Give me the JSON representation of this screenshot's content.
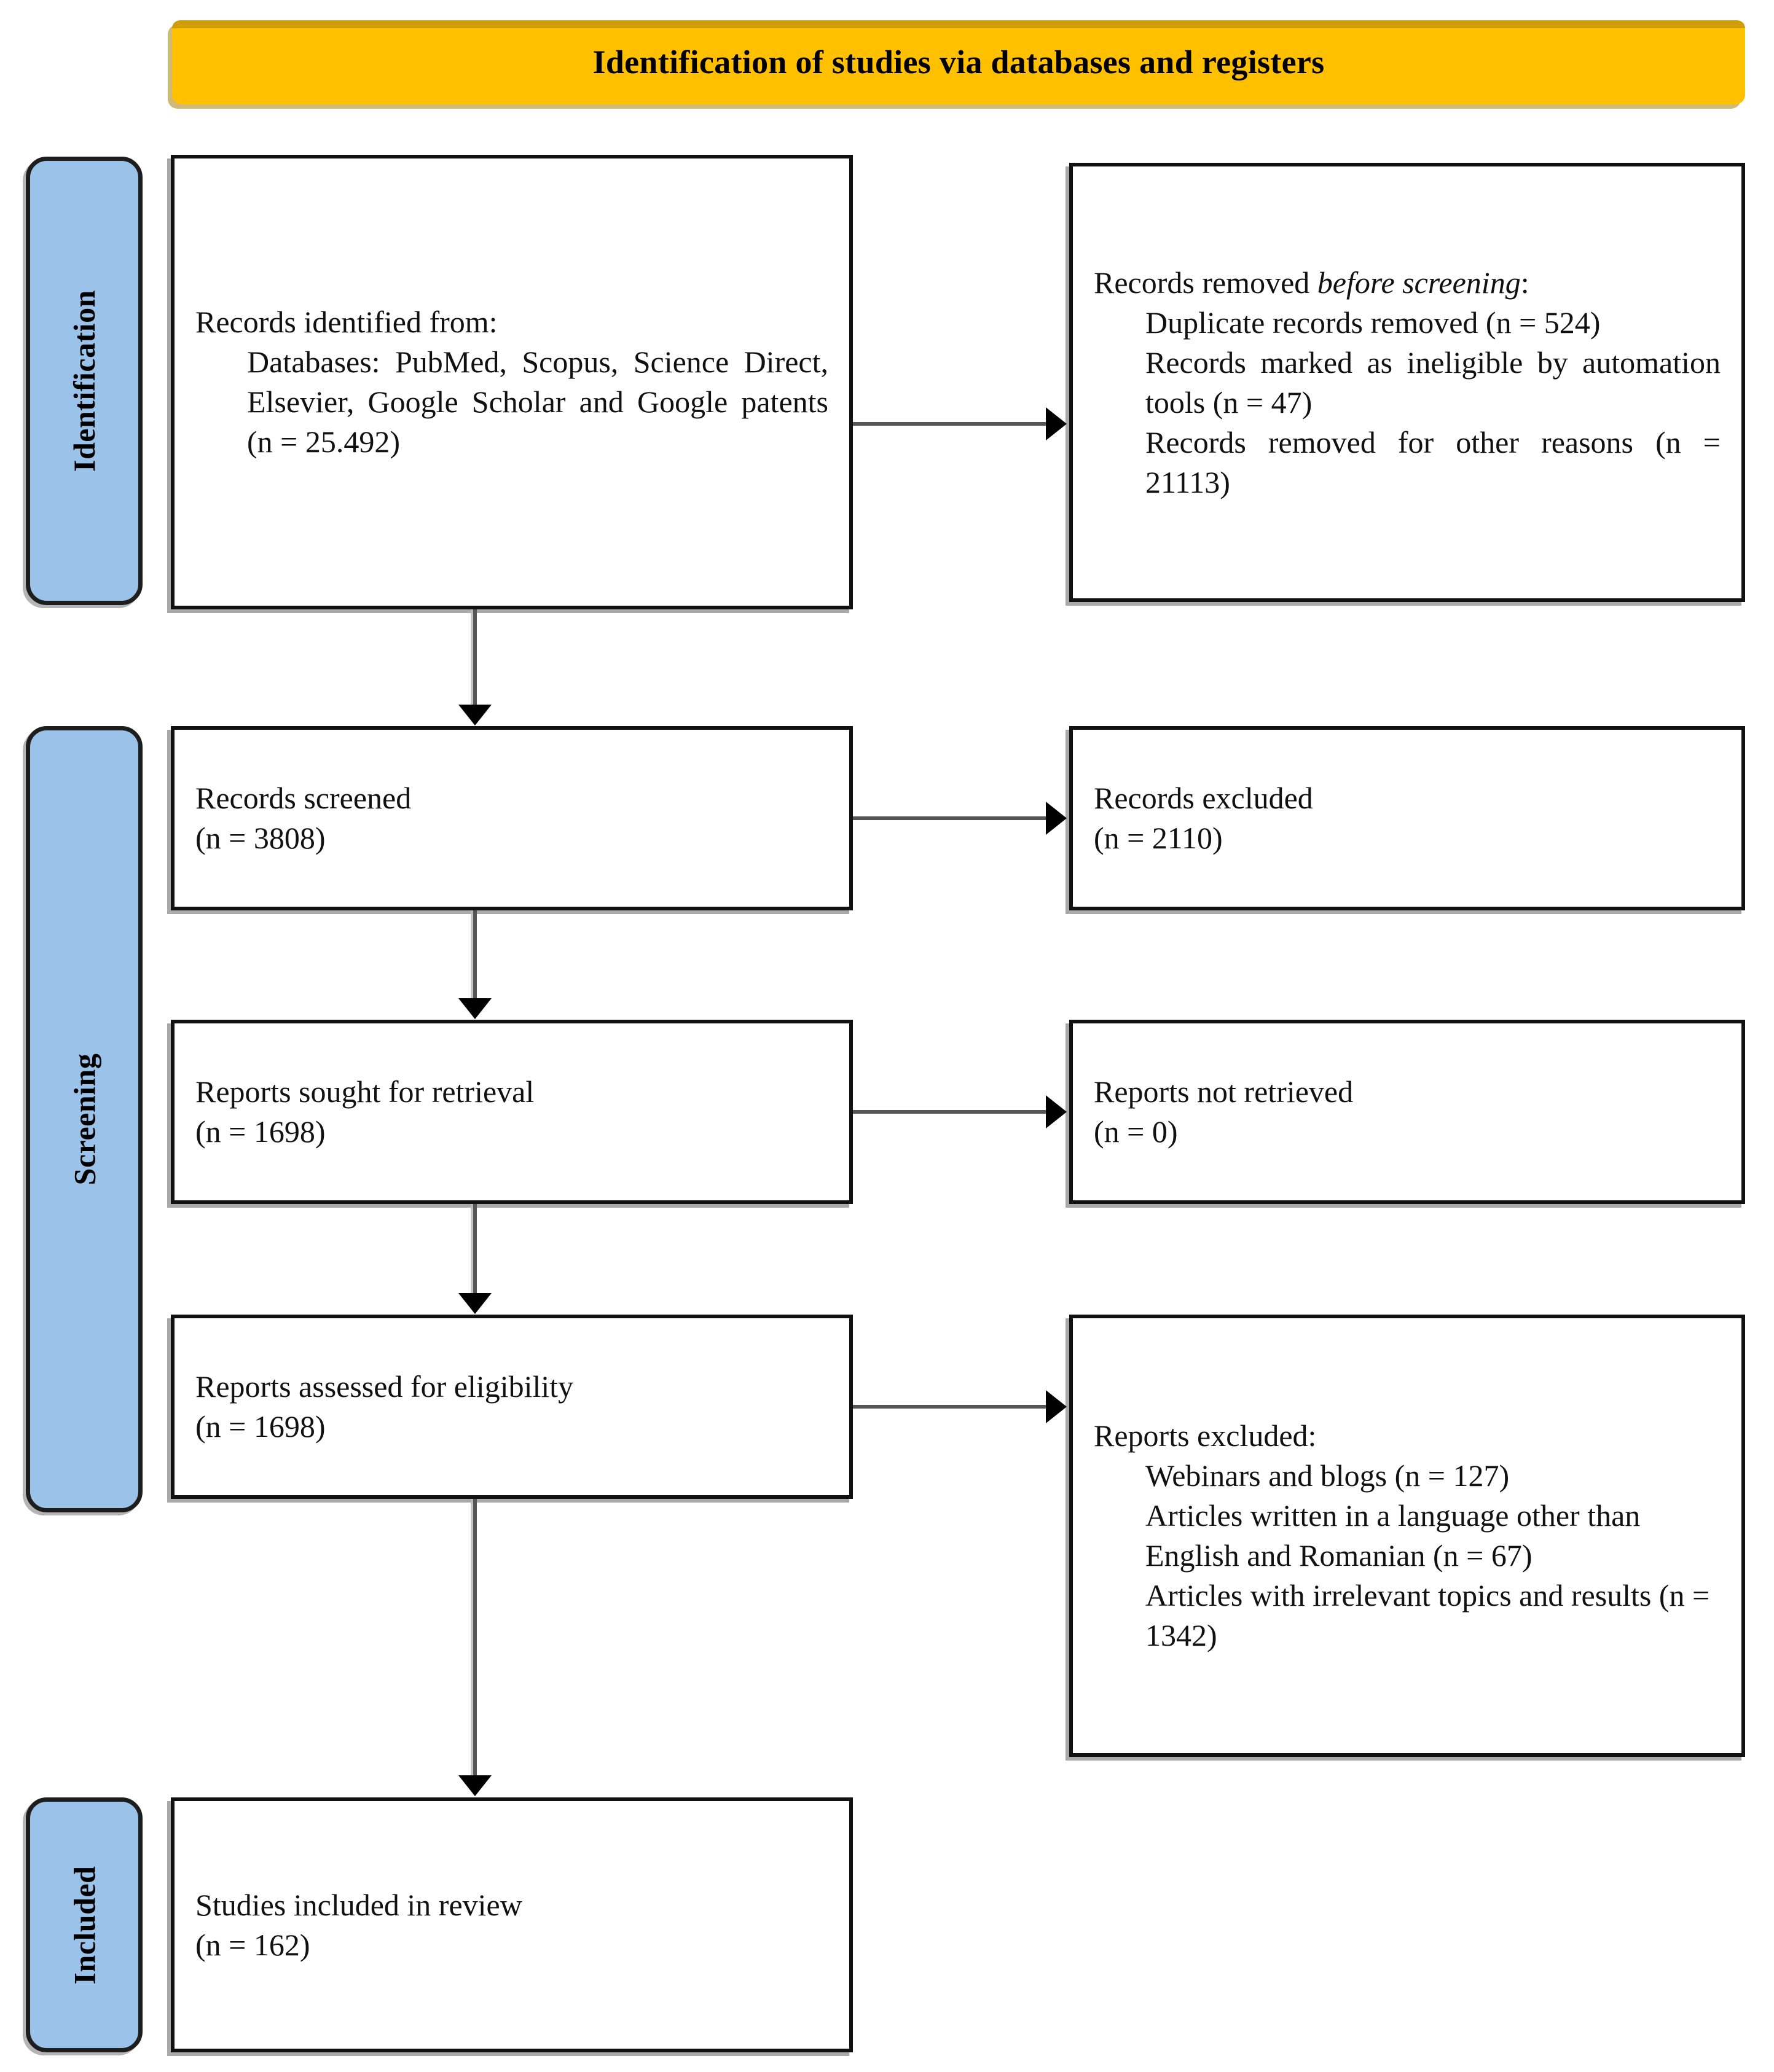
{
  "banner": {
    "title": "Identification of studies via databases and registers",
    "color": "#ffc000"
  },
  "stages": [
    {
      "id": "identification",
      "label": "Identification",
      "color": "#9bc2e8"
    },
    {
      "id": "screening",
      "label": "Screening",
      "color": "#9bc2e8"
    },
    {
      "id": "included",
      "label": "Included",
      "color": "#9bc2e8"
    }
  ],
  "boxes": {
    "identified": {
      "heading": "Records identified from:",
      "line2": "Databases: PubMed, Scopus, Science Direct, Elsevier, Google Scholar and Google patents (n = 25.492)"
    },
    "removed": {
      "heading_prefix": "Records removed ",
      "heading_italic": "before screening",
      "heading_suffix": ":",
      "items": [
        "Duplicate records removed (n = 524)",
        "Records marked as ineligible by automation tools (n = 47)",
        "Records removed for other reasons (n = 21113)"
      ]
    },
    "screened": {
      "label": "Records screened",
      "count": "(n = 3808)"
    },
    "excluded": {
      "label": "Records excluded",
      "count": "(n = 2110)"
    },
    "sought": {
      "label": "Reports sought for retrieval",
      "count": "(n = 1698)"
    },
    "not_retrieved": {
      "label": "Reports not retrieved",
      "count": "(n = 0)"
    },
    "assessed": {
      "label": "Reports assessed for eligibility",
      "count": "(n = 1698)"
    },
    "reports_excluded": {
      "heading": "Reports excluded:",
      "items": [
        "Webinars and blogs (n = 127)",
        "Articles written in a language other than English and Romanian (n = 67)",
        "Articles with irrelevant topics and results (n = 1342)"
      ]
    },
    "included": {
      "label": "Studies included in review",
      "count": "(n = 162)"
    }
  }
}
